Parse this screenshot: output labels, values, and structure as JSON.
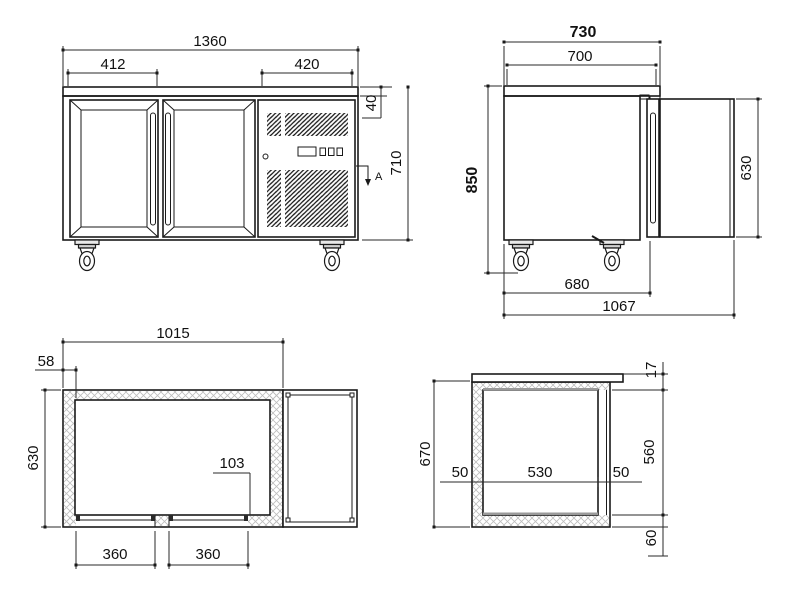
{
  "front": {
    "overall_width": "1360",
    "left_door_width": "412",
    "machine_section_width": "420",
    "worktop_height": "40",
    "body_height": "710",
    "section_marker": "A"
  },
  "side": {
    "overall_depth": "730",
    "body_depth": "700",
    "overall_height": "850",
    "door_height": "630",
    "caster_spacing": "680",
    "depth_door_open": "1067"
  },
  "plan": {
    "cabinet_width": "1015",
    "wall_thickness": "58",
    "cabinet_depth": "630",
    "right_offset": "103",
    "left_door_opening": "360",
    "right_door_opening": "360"
  },
  "section": {
    "overall_height": "670",
    "left_wall": "50",
    "interior_width": "530",
    "right_wall": "50",
    "interior_height": "560",
    "worktop_edge": "17",
    "base_height": "60"
  },
  "colors": {
    "line": "#1a1a1a",
    "insulation_hatch": "#bdbdbd",
    "background": "#ffffff"
  }
}
